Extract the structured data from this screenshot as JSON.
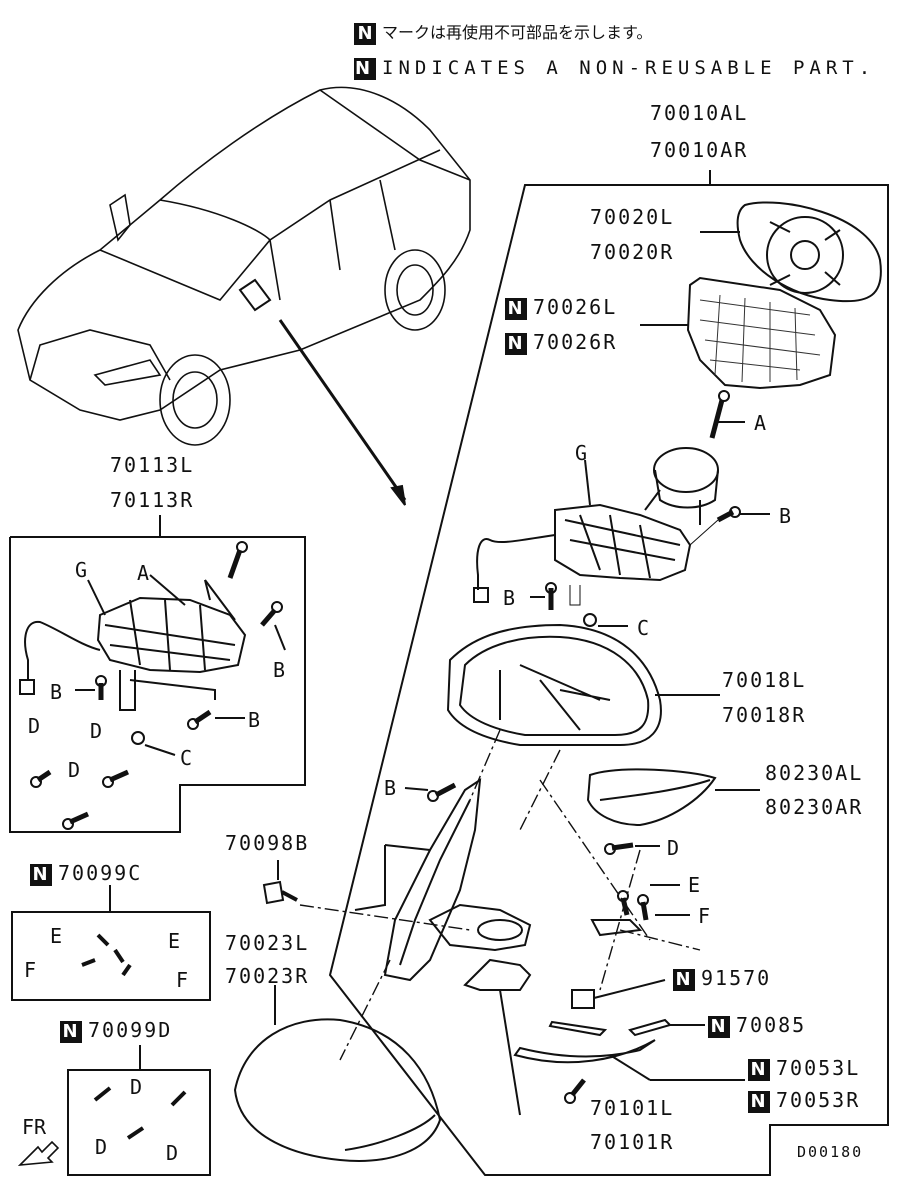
{
  "legend": {
    "symbol": "N",
    "japanese": "マークは再使用不可部品を示します。",
    "english": "INDICATES A NON-REUSABLE PART."
  },
  "parts": {
    "p70010AL": "70010AL",
    "p70010AR": "70010AR",
    "p70020L": "70020L",
    "p70020R": "70020R",
    "p70026L": "70026L",
    "p70026R": "70026R",
    "p70113L": "70113L",
    "p70113R": "70113R",
    "p70018L": "70018L",
    "p70018R": "70018R",
    "p80230AL": "80230AL",
    "p80230AR": "80230AR",
    "p70098B": "70098B",
    "p70099C": "70099C",
    "p70023L": "70023L",
    "p70023R": "70023R",
    "p91570": "91570",
    "p70085": "70085",
    "p70053L": "70053L",
    "p70053R": "70053R",
    "p70101L": "70101L",
    "p70101R": "70101R",
    "p70099D": "70099D"
  },
  "callouts": {
    "A": "A",
    "B": "B",
    "C": "C",
    "D": "D",
    "E": "E",
    "F": "F",
    "G": "G"
  },
  "direction_label": "FR",
  "drawing_code": "D00180"
}
